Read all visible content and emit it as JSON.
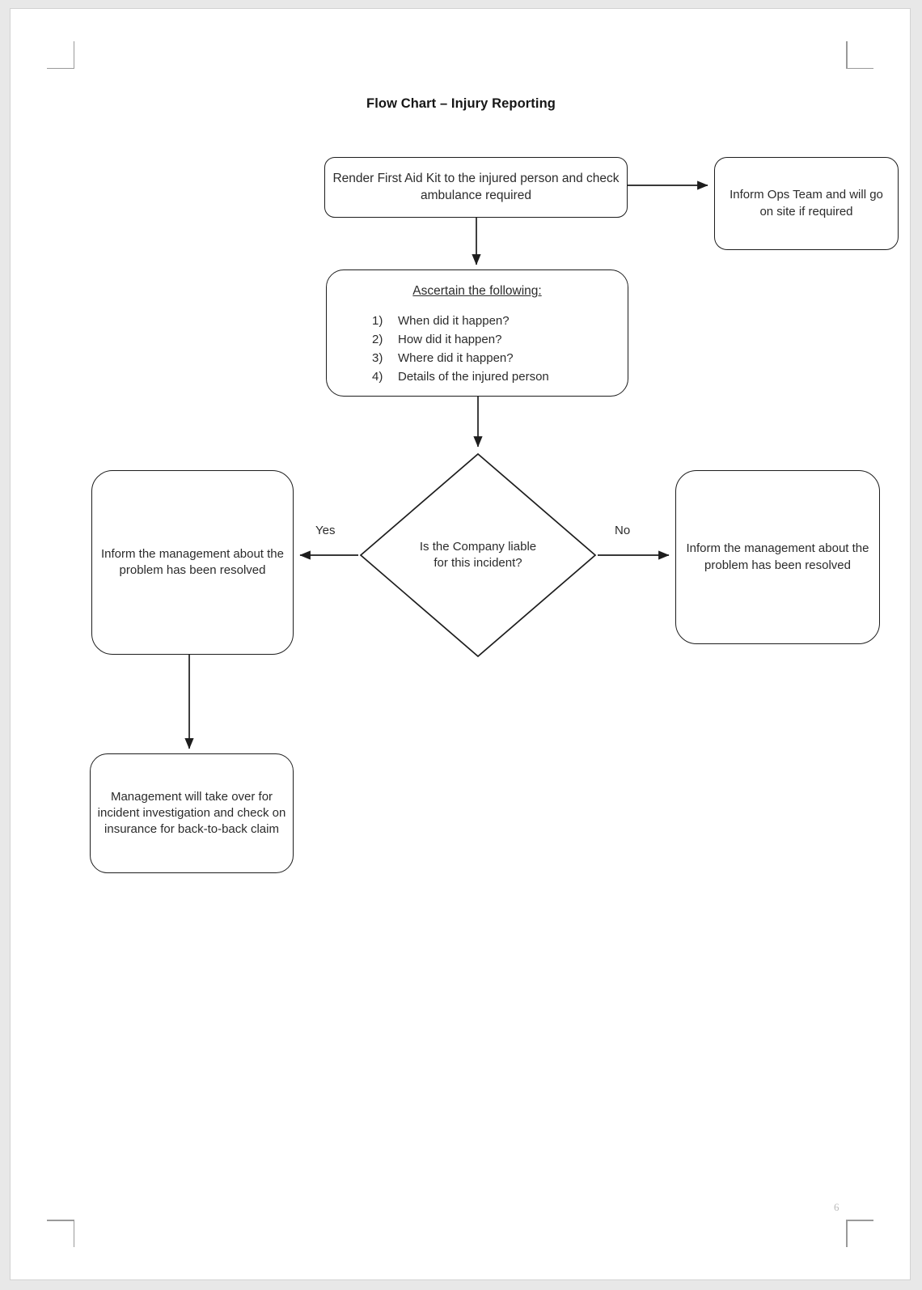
{
  "document": {
    "page_number": "6",
    "title": "Flow Chart – Injury Reporting"
  },
  "chart_data": {
    "type": "diagram",
    "title": "Flow Chart – Injury Reporting",
    "nodes": [
      {
        "id": "first_aid",
        "shape": "rounded-rectangle",
        "text": "Render First Aid Kit to the injured person and check ambulance required"
      },
      {
        "id": "ops_team",
        "shape": "rounded-rectangle",
        "text": "Inform Ops Team and will go on site if required"
      },
      {
        "id": "ascertain",
        "shape": "rounded-rectangle",
        "heading": "Ascertain the following:",
        "items": [
          {
            "num": "1)",
            "text": "When did it happen?"
          },
          {
            "num": "2)",
            "text": "How did it happen?"
          },
          {
            "num": "3)",
            "text": "Where did it happen?"
          },
          {
            "num": "4)",
            "text": "Details of the injured person"
          }
        ]
      },
      {
        "id": "decision",
        "shape": "diamond",
        "text": "Is the Company liable for this incident?"
      },
      {
        "id": "yes_box",
        "shape": "rounded-rectangle",
        "text": "Inform the management about the problem  has been resolved"
      },
      {
        "id": "no_box",
        "shape": "rounded-rectangle",
        "text": "Inform the management about the problem  has been resolved"
      },
      {
        "id": "management",
        "shape": "rounded-rectangle",
        "text": "Management will take over for incident investigation and check on insurance for back-to-back claim"
      }
    ],
    "edges": [
      {
        "from": "first_aid",
        "to": "ops_team",
        "label": ""
      },
      {
        "from": "first_aid",
        "to": "ascertain",
        "label": ""
      },
      {
        "from": "ascertain",
        "to": "decision",
        "label": ""
      },
      {
        "from": "decision",
        "to": "yes_box",
        "label": "Yes"
      },
      {
        "from": "decision",
        "to": "no_box",
        "label": "No"
      },
      {
        "from": "yes_box",
        "to": "management",
        "label": ""
      }
    ],
    "labels": {
      "yes": "Yes",
      "no": "No"
    },
    "colors": {
      "stroke": "#1d1d1d",
      "text": "#2b2b2b",
      "page": "#ffffff",
      "canvas": "#e8e8e8"
    }
  }
}
